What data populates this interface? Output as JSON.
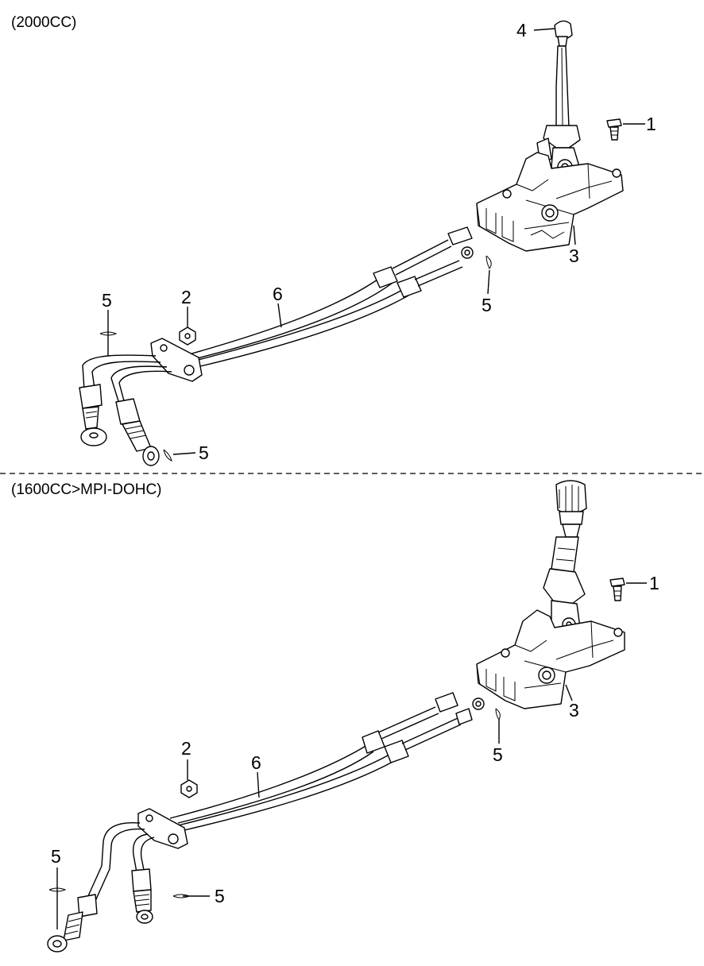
{
  "sections": [
    {
      "title": "(2000CC)",
      "callouts": [
        {
          "key": "bolt",
          "label": "1"
        },
        {
          "key": "nut",
          "label": "2"
        },
        {
          "key": "shifter-assembly",
          "label": "3"
        },
        {
          "key": "shift-knob",
          "label": "4"
        },
        {
          "key": "clip-left",
          "label": "5"
        },
        {
          "key": "clip-lower",
          "label": "5"
        },
        {
          "key": "clip-right",
          "label": "5"
        },
        {
          "key": "cable-assembly",
          "label": "6"
        }
      ]
    },
    {
      "title": "(1600CC>MPI-DOHC)",
      "callouts": [
        {
          "key": "bolt",
          "label": "1"
        },
        {
          "key": "nut",
          "label": "2"
        },
        {
          "key": "shifter-assembly",
          "label": "3"
        },
        {
          "key": "clip-right",
          "label": "5"
        },
        {
          "key": "clip-left",
          "label": "5"
        },
        {
          "key": "clip-lower",
          "label": "5"
        },
        {
          "key": "cable-assembly",
          "label": "6"
        }
      ]
    }
  ]
}
